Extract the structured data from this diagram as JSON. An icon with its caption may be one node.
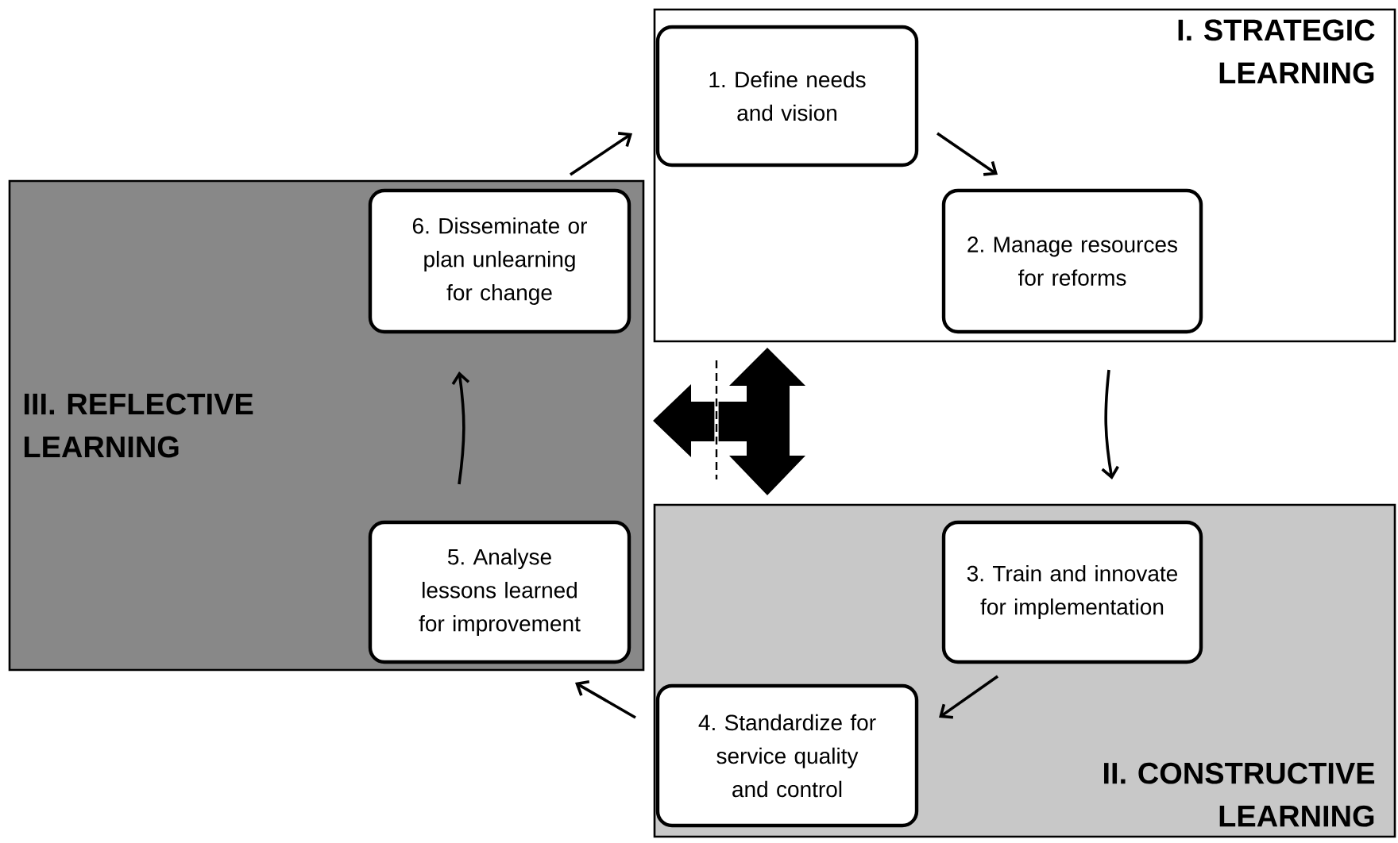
{
  "diagram": {
    "nodes": [
      {
        "text": [
          "I. STRATEGIC LEARNING"
        ]
      },
      {
        "text": [
          "1. Define needs and vision"
        ],
        "in": 0
      },
      {
        "text": [
          "2. Manage resources for reforms"
        ],
        "in": 0
      },
      {
        "text": [
          "II. CONSTRUCTIVE LEARNING"
        ]
      },
      {
        "text": [
          "3. Train and innovate for implementation"
        ],
        "in": 3
      },
      {
        "text": [
          "4. Standardize for service quality and control"
        ],
        "in": 3
      },
      {
        "text": [
          "III. REFLECTIVE LEARNING"
        ]
      },
      {
        "text": [
          "5. Analyse lessons learned for improvement"
        ],
        "in": 6
      },
      {
        "text": [
          "6. Disseminate or plan unlearning for change"
        ],
        "in": 6
      }
    ],
    "edges": [
      {
        "from": 1,
        "to": 2,
        "arrow": "to"
      },
      {
        "from": 2,
        "to": 4,
        "arrow": "to"
      },
      {
        "from": 4,
        "to": 5,
        "arrow": "to"
      },
      {
        "from": 5,
        "to": 7,
        "arrow": "to"
      },
      {
        "from": 7,
        "to": 8,
        "arrow": "to"
      },
      {
        "from": 8,
        "to": 1,
        "arrow": "to"
      }
    ]
  }
}
